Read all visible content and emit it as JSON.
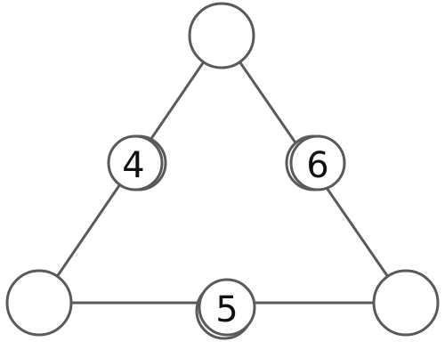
{
  "diagram": {
    "nodes": {
      "top_vertex": "",
      "left_side_middle": "4",
      "right_side_middle": "6",
      "bottom_left_vertex": "",
      "bottom_side_middle": "5",
      "bottom_right_vertex": ""
    },
    "colors": {
      "line": "#5a5a5a",
      "text": "#111111",
      "background": "#ffffff"
    }
  }
}
